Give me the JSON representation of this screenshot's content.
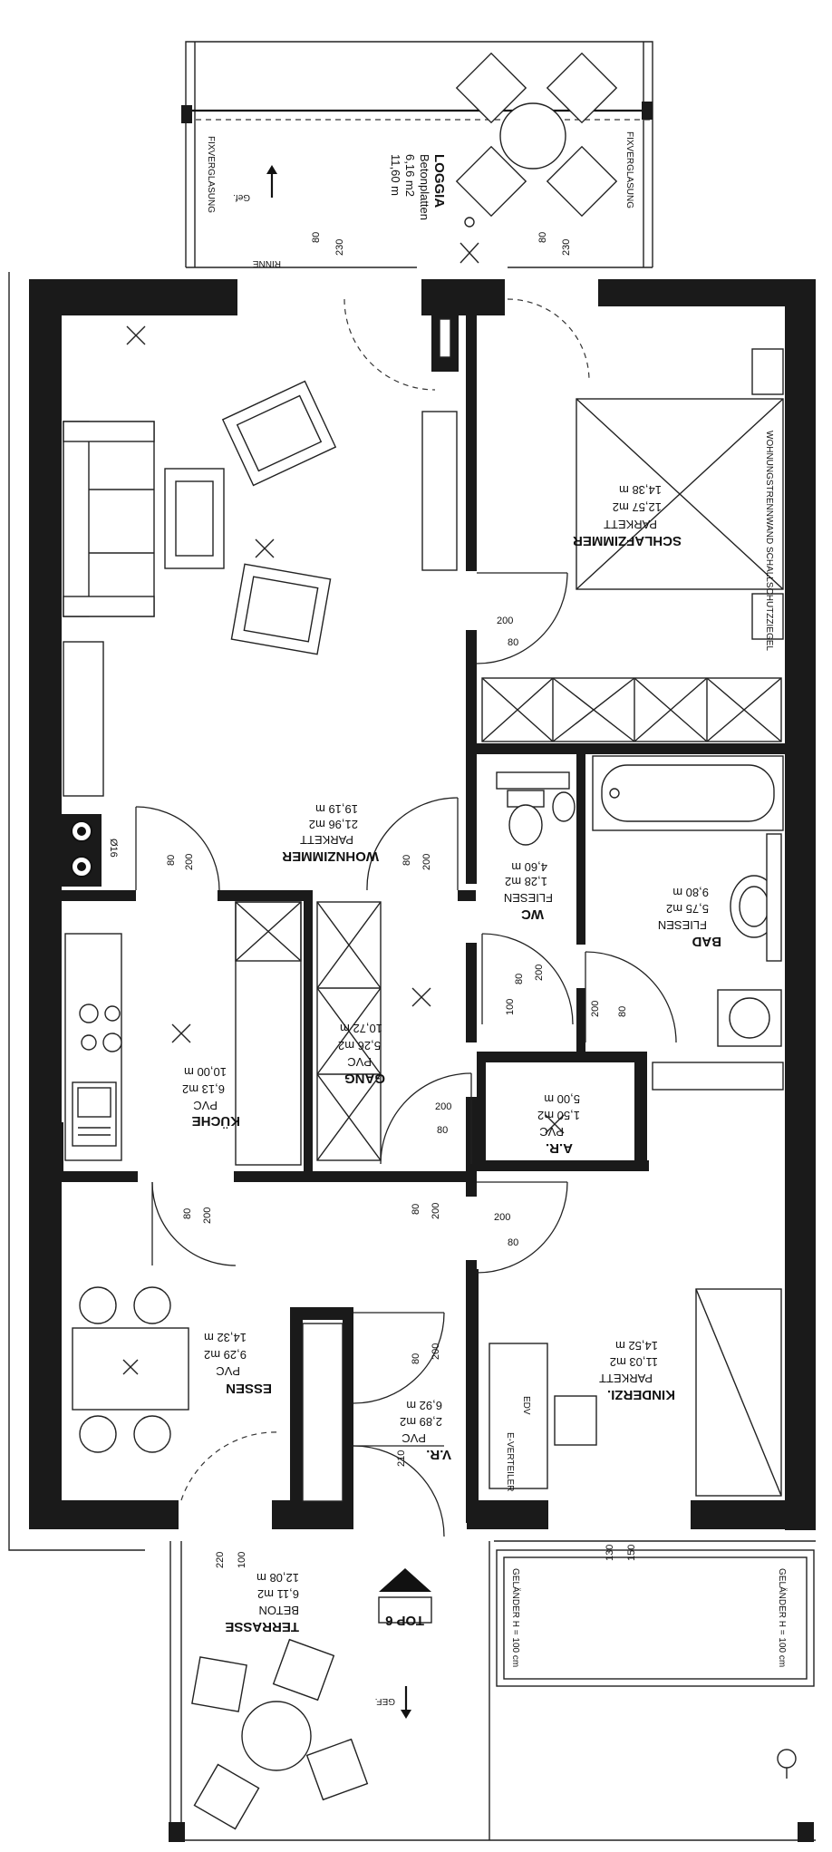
{
  "rooms": {
    "loggia": {
      "name": "LOGGIA",
      "floor": "Betonplatten",
      "area1": "6,16 m2",
      "area2": "11,60  m"
    },
    "wohnzimmer": {
      "name": "WOHNZIMMER",
      "floor": "PARKETT",
      "area1": "21,96 m2",
      "area2": "19,19  m"
    },
    "schlafzimmer": {
      "name": "SCHLAFZIMMER",
      "floor": "PARKETT",
      "area1": "12,57 m2",
      "area2": "14,38  m"
    },
    "kueche": {
      "name": "KÜCHE",
      "floor": "PVC",
      "area1": "6,13 m2",
      "area2": "10,00  m"
    },
    "gang": {
      "name": "GANG",
      "floor": "PVC",
      "area1": "5,26 m2",
      "area2": "10,72  m"
    },
    "wc": {
      "name": "WC",
      "floor": "FLIESEN",
      "area1": "1,28 m2",
      "area2": "4,60  m"
    },
    "bad": {
      "name": "BAD",
      "floor": "FLIESEN",
      "area1": "5,75 m2",
      "area2": "9,80  m"
    },
    "ar": {
      "name": "A.R.",
      "floor": "PVC",
      "area1": "1,50 m2",
      "area2": "5,00  m"
    },
    "essen": {
      "name": "ESSEN",
      "floor": "PVC",
      "area1": "9,29 m2",
      "area2": "14,32  m"
    },
    "vr": {
      "name": "V.R.",
      "floor": "PVC",
      "area1": "2,89 m2",
      "area2": "6,92  m"
    },
    "kinderzi": {
      "name": "KINDERZI.",
      "floor": "PARKETT",
      "area1": "11,03 m2",
      "area2": "14,52  m"
    },
    "terrasse": {
      "name": "TERRASSE",
      "floor": "BETON",
      "area1": "6,11 m2",
      "area2": "12,08  m"
    }
  },
  "labels": {
    "fixverglasung_left": "FIXVERGLASUNG",
    "fixverglasung_right": "FIXVERGLASUNG",
    "gef_top": "Gef.",
    "gef_bottom": "GEF.",
    "rinne": "RINNE",
    "wall_note": "WOHNUNGSTRENNWAND SCHALLSCHUTZZIEGEL",
    "gelaender_1": "GELÄNDER H = 100 cm",
    "gelaender_2": "GELÄNDER H = 100 cm",
    "verteiler": "E-VERTEILER",
    "edv": "EDV",
    "unit": "TOP 6",
    "pipe": "Ø16"
  },
  "dims": {
    "d80": "80",
    "d200": "200",
    "d230": "230",
    "d100": "100",
    "d210": "210",
    "d130": "130",
    "d150": "150",
    "d220": "220"
  }
}
